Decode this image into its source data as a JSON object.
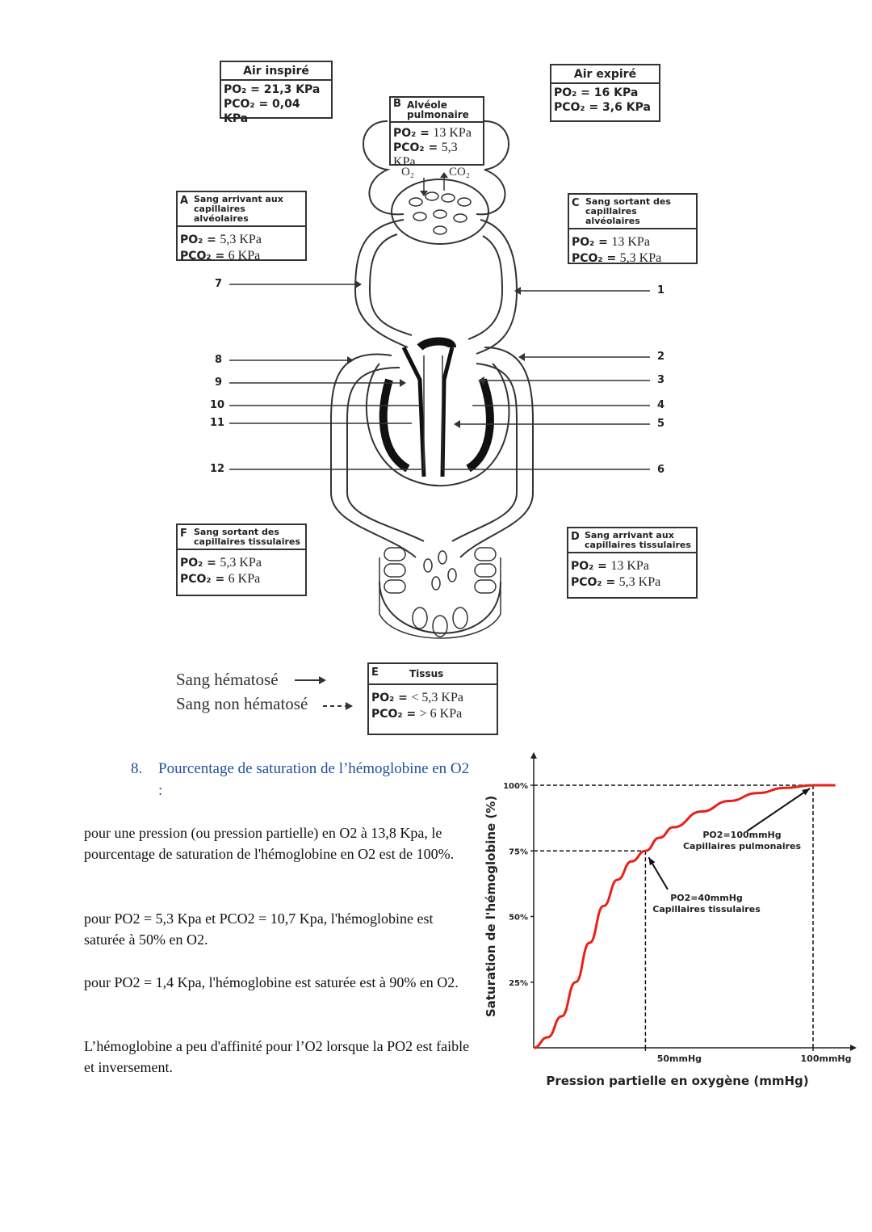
{
  "diagram": {
    "air_inspire": {
      "title": "Air inspiré",
      "po2": "PO₂ = 21,3 KPa",
      "pco2": "PCO₂ = 0,04 KPa"
    },
    "air_expire": {
      "title": "Air expiré",
      "po2": "PO₂ = 16 KPa",
      "pco2": "PCO₂ = 3,6 KPa"
    },
    "box_b": {
      "letter": "B",
      "title": "Alvéole pulmonaire",
      "po2_label": "PO₂ =",
      "po2": "13 KPa",
      "pco2_label": "PCO₂ =",
      "pco2": "5,3 KPa"
    },
    "box_a": {
      "letter": "A",
      "title": "Sang arrivant aux capillaires alvéolaires",
      "po2_label": "PO₂ =",
      "po2": "5,3 KPa",
      "pco2_label": "PCO₂ =",
      "pco2": "6 KPa"
    },
    "box_c": {
      "letter": "C",
      "title": "Sang sortant des capillaires alvéolaires",
      "po2_label": "PO₂ =",
      "po2": "13 KPa",
      "pco2_label": "PCO₂ =",
      "pco2": "5,3 KPa"
    },
    "box_f": {
      "letter": "F",
      "title": "Sang sortant des capillaires tissulaires",
      "po2_label": "PO₂ =",
      "po2": "5,3 KPa",
      "pco2_label": "PCO₂ =",
      "pco2": "6 KPa"
    },
    "box_d": {
      "letter": "D",
      "title": "Sang arrivant aux capillaires tissulaires",
      "po2_label": "PO₂ =",
      "po2": "13 KPa",
      "pco2_label": "PCO₂ =",
      "pco2": "5,3 KPa"
    },
    "box_e": {
      "letter": "E",
      "title": "Tissus",
      "po2_label": "PO₂ =",
      "po2": "< 5,3 KPa",
      "pco2_label": "PCO₂ =",
      "pco2": "> 6 KPa"
    },
    "gas_o2": "O₂",
    "gas_co2": "CO₂",
    "numbers": {
      "n1": "1",
      "n2": "2",
      "n3": "3",
      "n4": "4",
      "n5": "5",
      "n6": "6",
      "n7": "7",
      "n8": "8",
      "n9": "9",
      "n10": "10",
      "n11": "11",
      "n12": "12"
    },
    "legend_hematose": "Sang hématosé",
    "legend_non_hematose": "Sang non hématosé"
  },
  "section": {
    "number": "8.",
    "title": "Pourcentage de saturation de l’hémoglobine en O2 :"
  },
  "paragraphs": {
    "p1": "pour une pression (ou pression partielle) en O2 à 13,8 Kpa, le pourcentage de saturation de l'hémoglobine en O2 est de 100%.",
    "p2": "pour PO2 = 5,3 Kpa et PCO2 = 10,7 Kpa, l'hémoglobine est saturée à 50% en O2.",
    "p3": "pour PO2 = 1,4 Kpa, l'hémoglobine est saturée est à 90% en O2.",
    "p4": "L’hémoglobine a peu d'affinité pour l’O2 lorsque la PO2 est faible et inversement."
  },
  "chart_data": {
    "type": "line",
    "title": "",
    "xlabel": "Pression partielle en oxygène (mmHg)",
    "ylabel": "Saturation de l'hémoglobine (%)",
    "xticks": [
      {
        "value": 40,
        "label": "50mmHg"
      },
      {
        "value": 100,
        "label": "100mmHg"
      }
    ],
    "yticks": [
      {
        "value": 25,
        "label": "25%"
      },
      {
        "value": 50,
        "label": "50%"
      },
      {
        "value": 75,
        "label": "75%"
      },
      {
        "value": 100,
        "label": "100%"
      }
    ],
    "xlim": [
      0,
      100
    ],
    "ylim": [
      0,
      100
    ],
    "series": [
      {
        "color": "#e8201a",
        "x": [
          0,
          5,
          10,
          15,
          20,
          25,
          30,
          35,
          40,
          45,
          50,
          60,
          70,
          80,
          90,
          100,
          108
        ],
        "y": [
          0,
          4,
          12,
          25,
          40,
          54,
          64,
          71,
          75,
          80,
          84,
          90,
          94,
          97,
          99,
          100,
          100
        ]
      }
    ],
    "annotations": [
      {
        "x": 100,
        "y": 100,
        "text_line1": "PO2=100mmHg",
        "text_line2": "Capillaires pulmonaires"
      },
      {
        "x": 40,
        "y": 75,
        "text_line1": "PO2=40mmHg",
        "text_line2": "Capillaires tissulaires"
      }
    ],
    "grid": false,
    "colors": {
      "curve": "#e8201a",
      "axes": "#222222"
    }
  }
}
